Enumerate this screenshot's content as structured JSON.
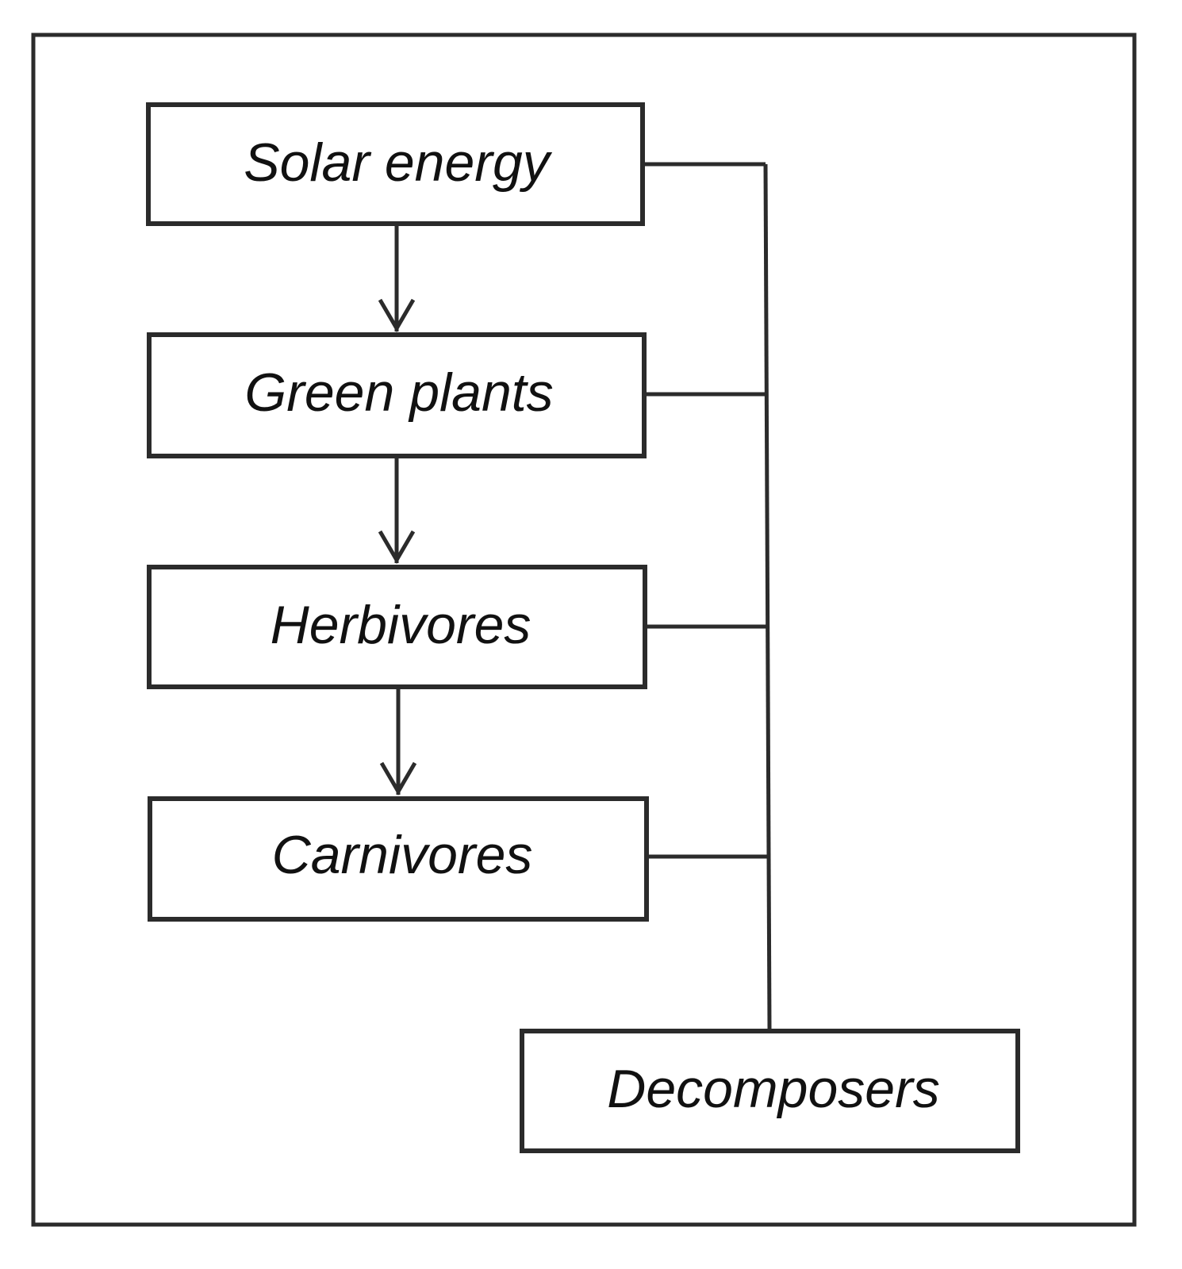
{
  "diagram": {
    "title": "",
    "type": "energy flow chain",
    "nodes": [
      {
        "id": "solar",
        "label": "Solar energy"
      },
      {
        "id": "plants",
        "label": "Green plants"
      },
      {
        "id": "herbivores",
        "label": "Herbivores"
      },
      {
        "id": "carnivores",
        "label": "Carnivores"
      },
      {
        "id": "decomposers",
        "label": "Decomposers"
      }
    ],
    "edges": [
      {
        "from": "solar",
        "to": "plants",
        "style": "arrow"
      },
      {
        "from": "plants",
        "to": "herbivores",
        "style": "arrow"
      },
      {
        "from": "herbivores",
        "to": "carnivores",
        "style": "arrow"
      },
      {
        "from": "solar",
        "to": "decomposers",
        "style": "line"
      },
      {
        "from": "plants",
        "to": "decomposers",
        "style": "line"
      },
      {
        "from": "herbivores",
        "to": "decomposers",
        "style": "line"
      },
      {
        "from": "carnivores",
        "to": "decomposers",
        "style": "line"
      }
    ]
  }
}
